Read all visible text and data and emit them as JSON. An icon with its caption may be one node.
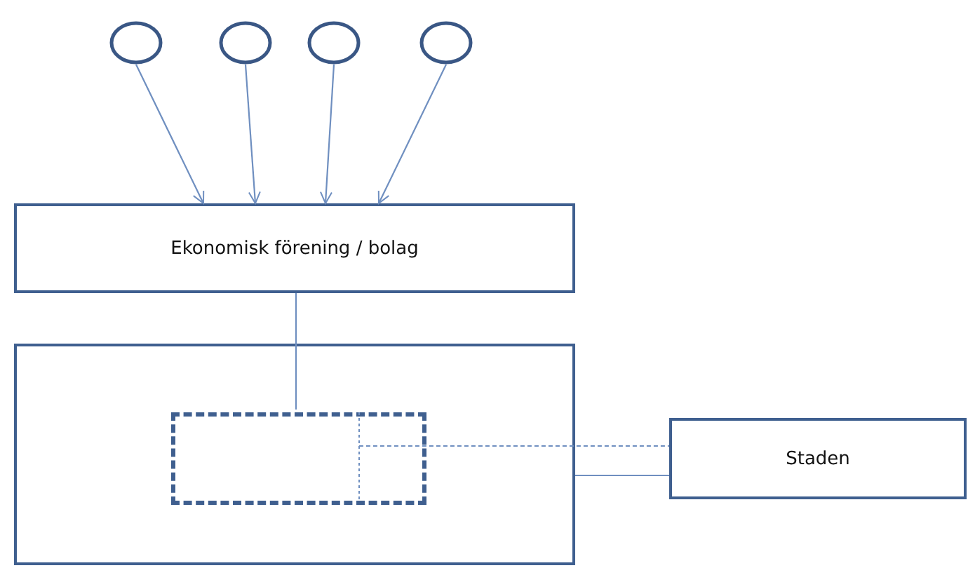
{
  "diagram": {
    "nodes": [
      {
        "text": [],
        "shape": "circle"
      },
      {
        "text": [],
        "shape": "circle"
      },
      {
        "text": [],
        "shape": "circle"
      },
      {
        "text": [],
        "shape": "circle"
      },
      {
        "text": [
          "Ekonomisk förening / bolag"
        ]
      },
      {
        "text": [],
        "shape": "box"
      },
      {
        "text": [],
        "shape": "box",
        "in": 5
      },
      {
        "text": [
          "Staden"
        ]
      }
    ],
    "edges": [
      {
        "from": 0,
        "to": 4,
        "arrow": "to"
      },
      {
        "from": 1,
        "to": 4,
        "arrow": "to"
      },
      {
        "from": 2,
        "to": 4,
        "arrow": "to"
      },
      {
        "from": 3,
        "to": 4,
        "arrow": "to"
      },
      {
        "from": 4,
        "to": 6,
        "arrow": "none"
      },
      {
        "from": 6,
        "to": 7,
        "arrow": "none",
        "style": "dashed"
      },
      {
        "from": 5,
        "to": 7,
        "arrow": "none"
      }
    ]
  }
}
